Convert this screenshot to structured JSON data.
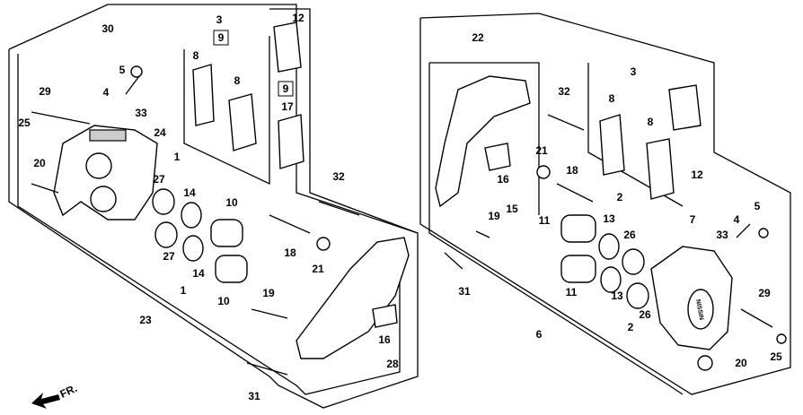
{
  "diagram": {
    "direction_marker": "FR.",
    "left_assembly_labels": [
      "30",
      "3",
      "9",
      "12",
      "8",
      "8",
      "5",
      "4",
      "33",
      "29",
      "25",
      "24",
      "9",
      "17",
      "1",
      "20",
      "27",
      "14",
      "10",
      "32",
      "27",
      "14",
      "1",
      "10",
      "18",
      "21",
      "19",
      "23",
      "16",
      "28",
      "31"
    ],
    "right_assembly_labels": [
      "22",
      "32",
      "3",
      "8",
      "8",
      "21",
      "18",
      "16",
      "15",
      "2",
      "13",
      "26",
      "11",
      "19",
      "7",
      "4",
      "5",
      "33",
      "12",
      "31",
      "11",
      "13",
      "26",
      "2",
      "6",
      "29",
      "20",
      "25"
    ],
    "caliper_brand_text": "NISSIN"
  }
}
